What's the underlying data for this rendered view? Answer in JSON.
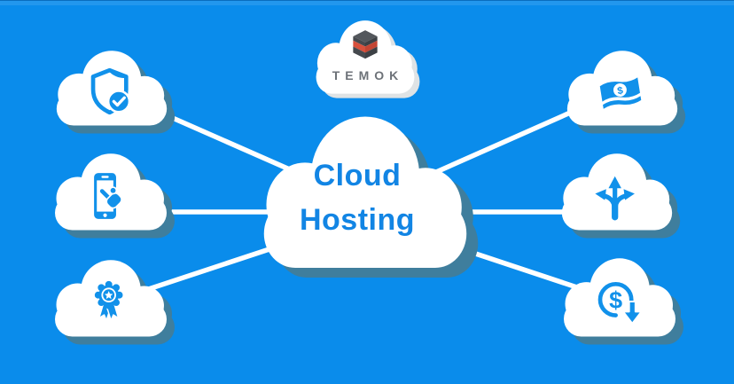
{
  "canvas": {
    "background_color": "#0a8ceb",
    "cloud_color": "#ffffff",
    "cloud_shadow_color": "#3f7e9d",
    "connector_color": "#ffffff"
  },
  "logo": {
    "text": "TEMOK",
    "text_color": "#6d7278",
    "cube_dark_color": "#4a4e53",
    "cube_red_color": "#d8503c",
    "icon": "temok-cube-icon"
  },
  "center": {
    "line1": "Cloud",
    "line2": "Hosting",
    "text_color": "#1285e4"
  },
  "icons": {
    "accent_color": "#1191ea",
    "dollar_symbol": "$"
  },
  "nodes": [
    {
      "id": "security",
      "icon": "shield-check-icon",
      "position": "top-left"
    },
    {
      "id": "mobile-access",
      "icon": "phone-touch-icon",
      "position": "middle-left"
    },
    {
      "id": "quality-award",
      "icon": "award-ribbon-icon",
      "position": "bottom-left"
    },
    {
      "id": "money-savings",
      "icon": "money-bill-icon",
      "position": "top-right"
    },
    {
      "id": "flexibility",
      "icon": "branch-arrows-icon",
      "position": "middle-right"
    },
    {
      "id": "cost-reduction",
      "icon": "dollar-down-icon",
      "position": "bottom-right"
    }
  ]
}
